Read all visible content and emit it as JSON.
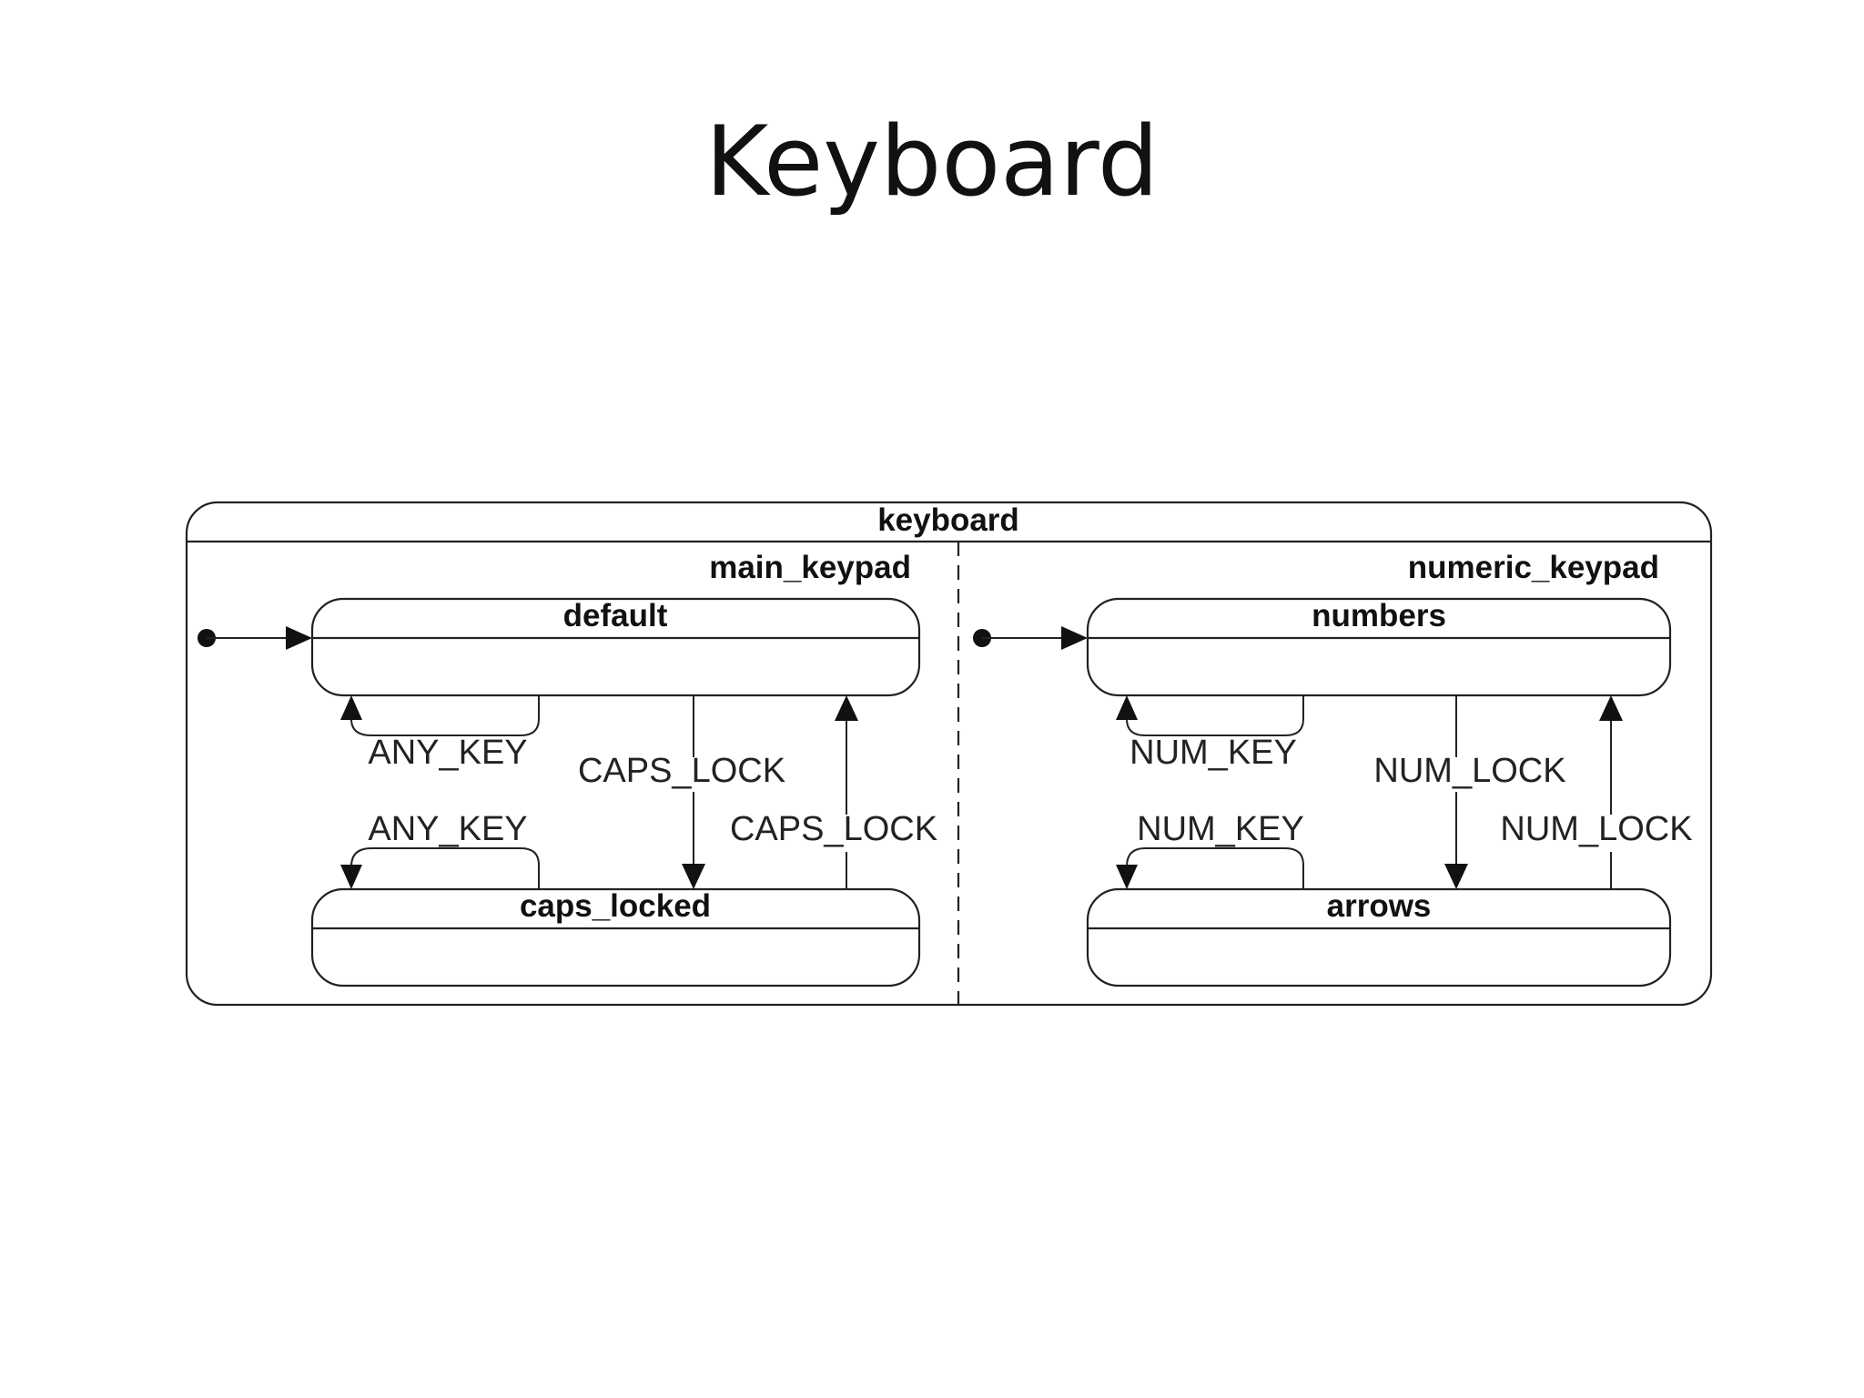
{
  "slide": {
    "title": "Keyboard"
  },
  "diagram": {
    "superstate": "keyboard",
    "regions": {
      "left": {
        "name": "main_keypad",
        "states": {
          "top": "default",
          "bottom": "caps_locked"
        },
        "transitions": {
          "self_top": "ANY_KEY",
          "self_bottom": "ANY_KEY",
          "down": "CAPS_LOCK",
          "up": "CAPS_LOCK"
        }
      },
      "right": {
        "name": "numeric_keypad",
        "states": {
          "top": "numbers",
          "bottom": "arrows"
        },
        "transitions": {
          "self_top": "NUM_KEY",
          "self_bottom": "NUM_KEY",
          "down": "NUM_LOCK",
          "up": "NUM_LOCK"
        }
      }
    }
  }
}
